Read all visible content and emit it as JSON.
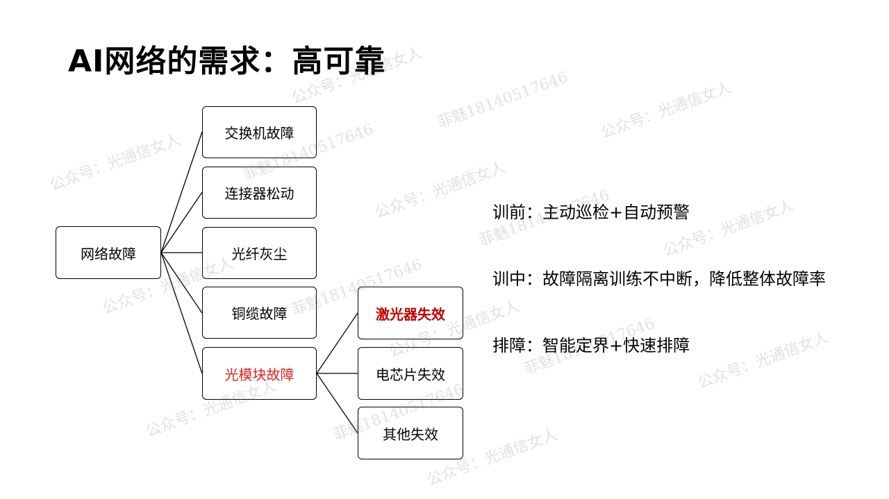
{
  "title": "AI网络的需求：高可靠",
  "tree": {
    "root": "网络故障",
    "level1": [
      "交换机故障",
      "连接器松动",
      "光纤灰尘",
      "铜缆故障",
      "光模块故障"
    ],
    "level2": [
      "激光器失效",
      "电芯片失效",
      "其他失效"
    ]
  },
  "points": [
    "训前：主动巡检+自动预警",
    "训中：故障隔离训练不中断，降低整体故障率",
    "排障：智能定界+快速排障"
  ],
  "watermarks": {
    "account": "公众号：光通信女人",
    "contact": "菲魅18140517646"
  },
  "colors": {
    "highlight_red": "#e02020",
    "highlight_darkred": "#c00000"
  }
}
